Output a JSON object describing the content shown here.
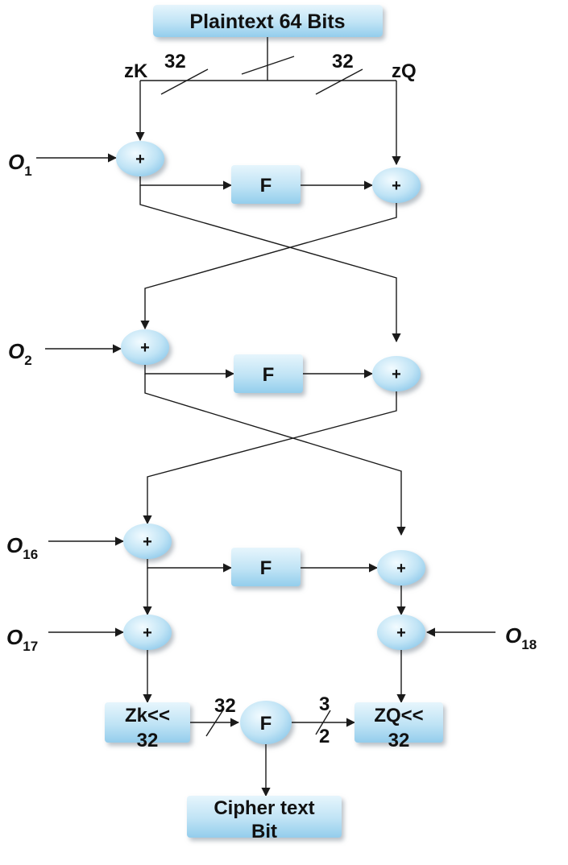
{
  "plaintext_box": {
    "label": "Plaintext 64 Bits"
  },
  "split_labels": {
    "left_name": "zK",
    "right_name": "zQ",
    "left_width": "32",
    "right_width": "32"
  },
  "round_keys": {
    "o1": {
      "base": "O",
      "sub": "1"
    },
    "o2": {
      "base": "O",
      "sub": "2"
    },
    "o16": {
      "base": "O",
      "sub": "16"
    },
    "o17": {
      "base": "O",
      "sub": "17"
    },
    "o18": {
      "base": "O",
      "sub": "18"
    }
  },
  "xor_symbol": "+",
  "f_function": {
    "label": "F"
  },
  "final_stage": {
    "left_box": {
      "line1": "Zk<<",
      "line2": "32"
    },
    "right_box": {
      "line1": "ZQ<<",
      "line2": "32"
    },
    "left_width": "32",
    "right_width_top": "3",
    "right_width_bottom": "2"
  },
  "cipher_box": {
    "line1": "Cipher text",
    "line2": "Bit"
  },
  "colors": {
    "box_fill_top": "#e3f4fb",
    "box_fill_bottom": "#9fd4ef",
    "line": "#1a1a1a"
  }
}
